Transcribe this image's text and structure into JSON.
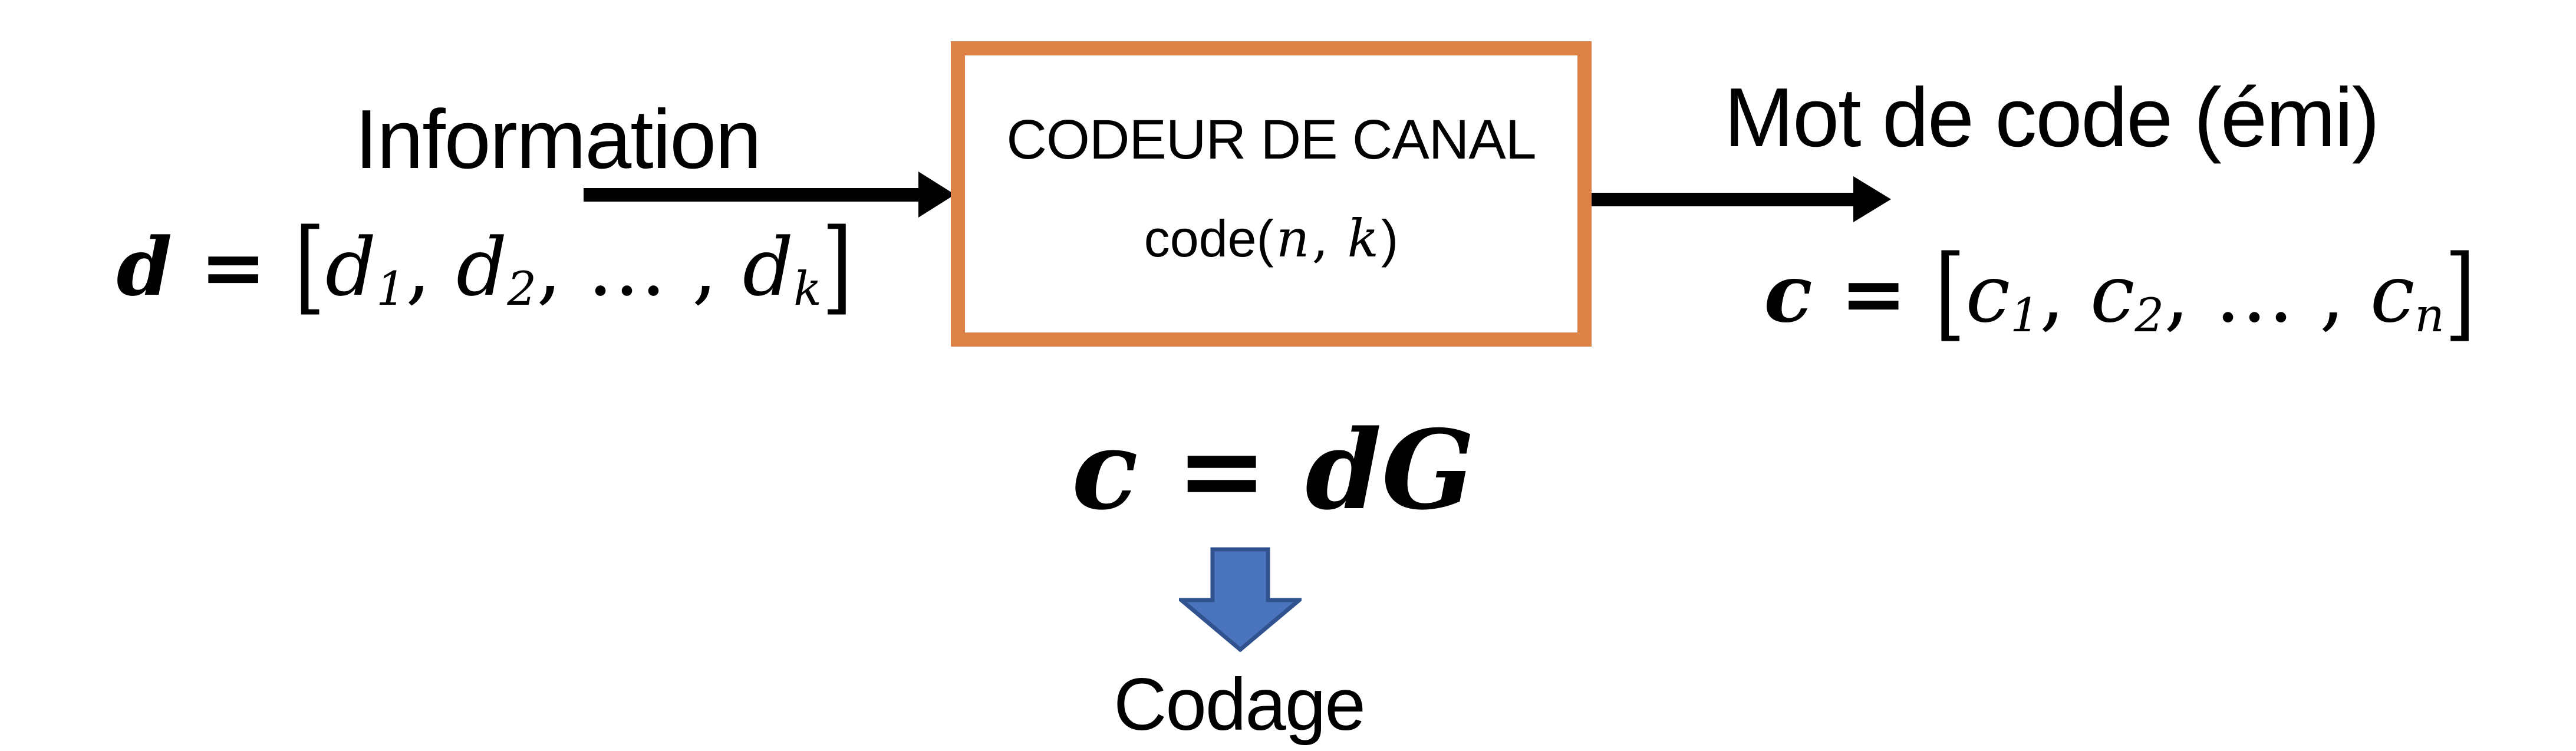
{
  "diagram": {
    "background": "#FFFFFF",
    "labels": {
      "information": "Information",
      "codeword": "Mot de code (émi)",
      "codage": "Codage"
    },
    "encoder_box": {
      "title": "CODEUR DE CANAL",
      "border_color": "#DC8246",
      "code_tokens": [
        {
          "t": "plain",
          "v": "code("
        },
        {
          "t": "i",
          "v": "n"
        },
        {
          "t": "sep",
          "v": ", "
        },
        {
          "t": "i",
          "v": "k"
        },
        {
          "t": "plain",
          "v": ")"
        }
      ]
    },
    "formulas": {
      "input": {
        "tokens": [
          {
            "t": "bi",
            "v": "d"
          },
          {
            "t": "op",
            "v": " = "
          },
          {
            "t": "br",
            "v": "["
          },
          {
            "t": "i",
            "v": "d"
          },
          {
            "t": "subi",
            "v": "1"
          },
          {
            "t": "sep",
            "v": ", "
          },
          {
            "t": "i",
            "v": "d"
          },
          {
            "t": "subi",
            "v": "2"
          },
          {
            "t": "sep",
            "v": ", … , "
          },
          {
            "t": "i",
            "v": "d"
          },
          {
            "t": "subi",
            "v": "k"
          },
          {
            "t": "br",
            "v": "]"
          }
        ]
      },
      "output": {
        "tokens": [
          {
            "t": "bi",
            "v": "c"
          },
          {
            "t": "op",
            "v": " = "
          },
          {
            "t": "br",
            "v": "["
          },
          {
            "t": "i",
            "v": "c"
          },
          {
            "t": "subi",
            "v": "1"
          },
          {
            "t": "sep",
            "v": ", "
          },
          {
            "t": "i",
            "v": "c"
          },
          {
            "t": "subi",
            "v": "2"
          },
          {
            "t": "sep",
            "v": ", … , "
          },
          {
            "t": "i",
            "v": "c"
          },
          {
            "t": "subi",
            "v": "n"
          },
          {
            "t": "br",
            "v": "]"
          }
        ]
      },
      "encoding": {
        "tokens": [
          {
            "t": "bi",
            "v": "c"
          },
          {
            "t": "op",
            "v": " = "
          },
          {
            "t": "bi",
            "v": "dG"
          }
        ]
      }
    },
    "arrows": {
      "input_arrow_color": "#000000",
      "output_arrow_color": "#000000",
      "down_arrow_fill": "#4B74BF",
      "down_arrow_stroke": "#30538F"
    }
  }
}
